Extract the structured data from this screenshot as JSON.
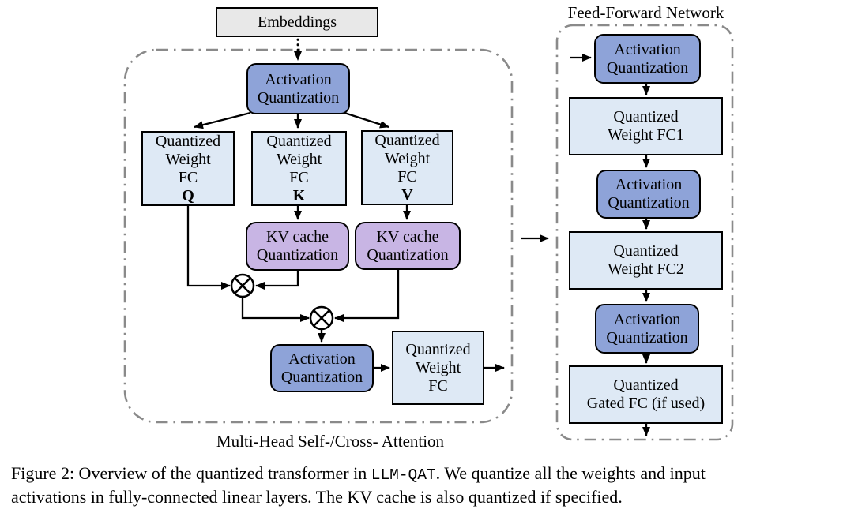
{
  "colors": {
    "activation": "#8EA3D8",
    "weight": "#DEE9F5",
    "kv_cache": "#C8B5E4",
    "embeddings": "#E8E8E8",
    "box_border": "#000000",
    "dashed_border": "#8A8A8A",
    "arrow": "#000000"
  },
  "embeddings": {
    "label": "Embeddings"
  },
  "attention": {
    "panel_label": "Multi-Head Self-/Cross- Attention",
    "activation_quantization_top": {
      "line1": "Activation",
      "line2": "Quantization"
    },
    "fc_q": {
      "line1": "Quantized",
      "line2": "Weight",
      "line3_prefix": "FC",
      "line3_letter": "Q"
    },
    "fc_k": {
      "line1": "Quantized",
      "line2": "Weight",
      "line3_prefix": "FC",
      "line3_letter": "K"
    },
    "fc_v": {
      "line1": "Quantized",
      "line2": "Weight",
      "line3_prefix": "FC",
      "line3_letter": "V"
    },
    "kv_cache_k": {
      "line1": "KV cache",
      "line2": "Quantization"
    },
    "kv_cache_v": {
      "line1": "KV cache",
      "line2": "Quantization"
    },
    "activation_quantization_bottom": {
      "line1": "Activation",
      "line2": "Quantization"
    },
    "fc_out": {
      "line1": "Quantized",
      "line2": "Weight",
      "line3": "FC"
    },
    "operators": {
      "qk_multiply": "⊗",
      "attn_v_multiply": "⊗"
    }
  },
  "ffn": {
    "title": "Feed-Forward Network",
    "activation_quantization_1": {
      "line1": "Activation",
      "line2": "Quantization"
    },
    "fc1": {
      "line1": "Quantized",
      "line2": "Weight FC1"
    },
    "activation_quantization_2": {
      "line1": "Activation",
      "line2": "Quantization"
    },
    "fc2": {
      "line1": "Quantized",
      "line2": "Weight FC2"
    },
    "activation_quantization_3": {
      "line1": "Activation",
      "line2": "Quantization"
    },
    "gated_fc": {
      "line1": "Quantized",
      "line2": "Gated FC (if used)"
    }
  },
  "caption": {
    "line1_part1": "Figure 2: Overview of the quantized transformer in ",
    "line1_code": "LLM-QAT",
    "line1_part2": ". We quantize all the weights and input",
    "line2": "activations in fully-connected linear layers. The KV cache is also quantized if specified."
  }
}
